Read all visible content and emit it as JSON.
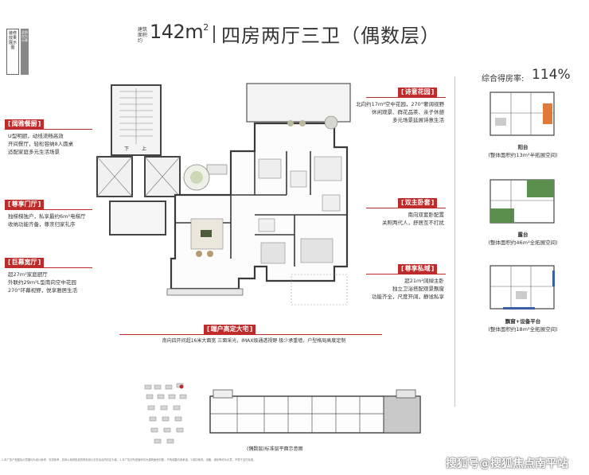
{
  "header": {
    "vertical_tag": "装修效果展示图",
    "vertical_tag2": "此图仅为示意",
    "small_label": "建筑面积约",
    "area": "142m",
    "area_sup": "2",
    "title": "四房两厅三卫（偶数层）"
  },
  "callouts": {
    "dining": {
      "tag": "阔雅餐厨",
      "desc": "U型明厨，动线流畅高效\n开间餐厅，轻松容纳8人圆桌\n适配家庭多元生活场景"
    },
    "foyer": {
      "tag": "尊享门厅",
      "desc": "独梯梯独户，私享最约6m²电梯厅\n收纳功能齐备，尊崇归家礼序"
    },
    "living": {
      "tag": "巨幕宽厅",
      "desc": "超27m²家庭厨厅\n外联约29m²L型南向空中花园\n270°环幕视野，悦享雅居生活"
    },
    "garden": {
      "tag": "诗意花园",
      "desc": "北向约17m²空中花园，270°奢阔视野\n休闲观景、群花品茶、亲子休憩\n多元场景延展诗意生活"
    },
    "master": {
      "tag": "双主卧套",
      "desc": "南向双套卧配置\n关照两代人，舒居互不打扰"
    },
    "private": {
      "tag": "尊享私域",
      "desc": "超21m²阔绰主卧\n独立卫浴搭配观景飘窗\n功能齐全，尺度开阔，静谧私享"
    },
    "bottom": {
      "tag": "端户高定大宅",
      "desc": "南向四开间超16米大面宽  三面采光，IMAX级通透视野  极少承重墙，户型格局高度定制"
    }
  },
  "right_panel": {
    "rate_label": "综合得房率:",
    "rate_value": "114%",
    "items": [
      {
        "name": "阳台",
        "caption": "(整体面积约13m²半拓展空间)"
      },
      {
        "name": "露台",
        "caption": "(整体面积约46m²全拓展空间)"
      },
      {
        "name": "飘窗+设备平台",
        "caption": "(整体面积约18m²全拓展空间)"
      }
    ]
  },
  "bottom_plan": {
    "caption": "(偶数层)标准层平面示意图"
  },
  "footnote": "1.本广告户型图及示意图均为设计参考，仅供参考，具体以政府批准的规划设计文件及合同约定为准。2.本广告中所述面积均为建筑面积约数，不构成要约或承诺。3.图中家具、设备、绿化等均为示意，不属于交付标准。",
  "watermark": "搜狐号@搜狐焦点南平站",
  "colors": {
    "accent": "#bf2b2b",
    "green": "#5b8f4e",
    "orange": "#e07a3a",
    "blue": "#3b5fa0"
  }
}
